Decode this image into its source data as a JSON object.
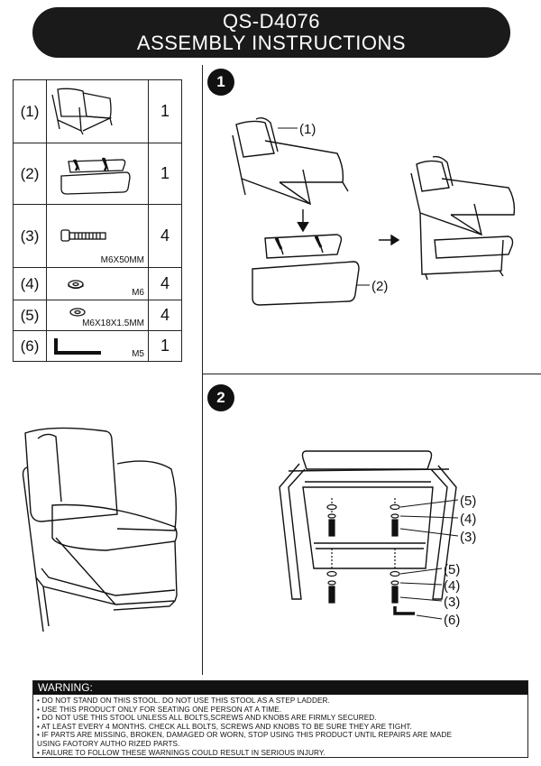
{
  "header": {
    "model": "QS-D4076",
    "title": "ASSEMBLY INSTRUCTIONS"
  },
  "parts": [
    {
      "num": "(1)",
      "qty": "1",
      "spec": "",
      "icon": "chair-frame-icon"
    },
    {
      "num": "(2)",
      "qty": "1",
      "spec": "",
      "icon": "base-frame-icon"
    },
    {
      "num": "(3)",
      "qty": "4",
      "spec": "M6X50MM",
      "icon": "bolt-icon"
    },
    {
      "num": "(4)",
      "qty": "4",
      "spec": "M6",
      "icon": "spring-washer-icon"
    },
    {
      "num": "(5)",
      "qty": "4",
      "spec": "M6X18X1.5MM",
      "icon": "flat-washer-icon"
    },
    {
      "num": "(6)",
      "qty": "1",
      "spec": "M5",
      "icon": "allen-key-icon"
    }
  ],
  "steps": [
    {
      "number": "1",
      "callouts": [
        "(1)",
        "(2)"
      ]
    },
    {
      "number": "2",
      "callouts": [
        "(5)",
        "(4)",
        "(3)",
        "(5)",
        "(4)",
        "(3)",
        "(6)"
      ]
    }
  ],
  "warning": {
    "title": "WARNING:",
    "lines": [
      "• DO NOT STAND ON THIS STOOL. DO NOT USE THIS STOOL AS A STEP LADDER.",
      "• USE THIS PRODUCT ONLY FOR SEATING ONE PERSON AT A TIME.",
      "• DO NOT USE THIS STOOL UNLESS ALL BOLTS,SCREWS AND KNOBS ARE FIRMLY SECURED.",
      "• AT LEAST EVERY 4 MONTHS. CHECK ALL BOLTS, SCREWS AND KNOBS TO BE SURE THEY ARE TIGHT.",
      "• IF PARTS ARE MISSING, BROKEN, DAMAGED OR WORN, STOP USING THIS PRODUCT UNTIL REPAIRS ARE MADE",
      "USING FAOTORY AUTHO RIZED PARTS.",
      "• FAILURE TO FOLLOW THESE WARNINGS COULD RESULT IN SERIOUS INJURY."
    ]
  }
}
